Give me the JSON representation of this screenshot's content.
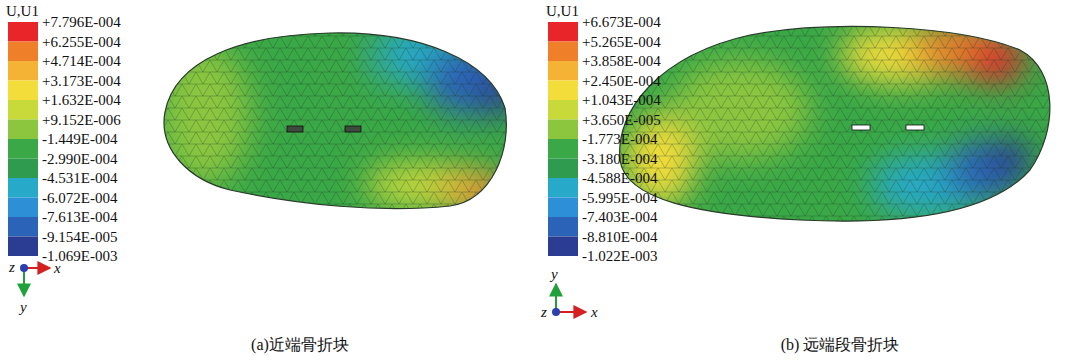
{
  "diagram": {
    "labels": [
      "U,U1",
      "+7.796E-004",
      "+6.255E-004",
      "+4.714E-004",
      "+3.173E-004",
      "+1.632E-004",
      "+9.152E-006",
      "-1.449E-004",
      "-2.990E-004",
      "-4.531E-004",
      "-6.072E-004",
      "-7.613E-004",
      "-9.154E-005",
      "-1.069E-003",
      "z",
      "x",
      "y",
      "U,U1",
      "+6.673E-004",
      "+5.265E-004",
      "+3.858E-004",
      "+2.450E-004",
      "+1.043E-004",
      "+3.650E-005",
      "-1.773E-004",
      "-3.180E-004",
      "-4.588E-004",
      "-5.995E-004",
      "-7.403E-004",
      "-8.810E-004",
      "-1.022E-003",
      "y",
      "z",
      "x",
      "(a)近端骨折块",
      "(b) 远端段骨折块"
    ]
  }
}
